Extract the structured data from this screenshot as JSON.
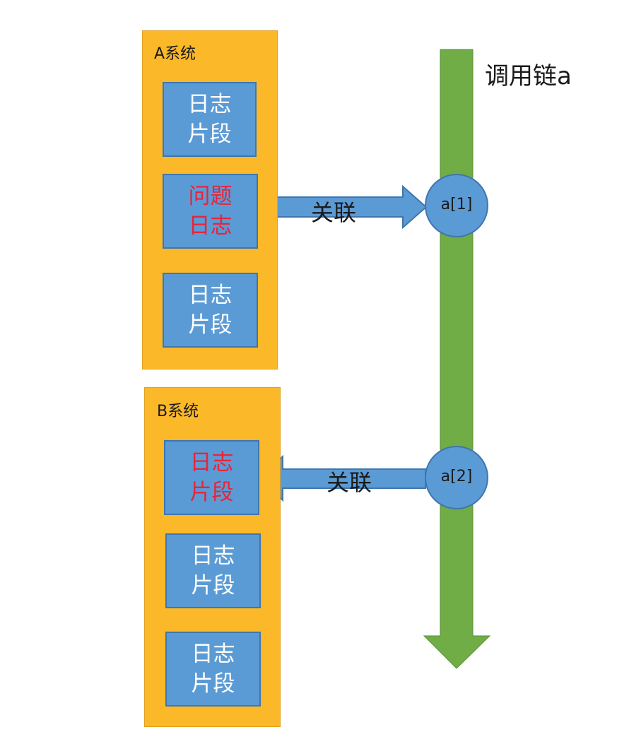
{
  "systems": [
    {
      "title": "A系统",
      "blocks": [
        {
          "lines": [
            "日志",
            "片段"
          ],
          "highlighted": false
        },
        {
          "lines": [
            "问题",
            "日志"
          ],
          "highlighted": true
        },
        {
          "lines": [
            "日志",
            "片段"
          ],
          "highlighted": false
        }
      ]
    },
    {
      "title": "B系统",
      "blocks": [
        {
          "lines": [
            "日志",
            "片段"
          ],
          "highlighted": true
        },
        {
          "lines": [
            "日志",
            "片段"
          ],
          "highlighted": false
        },
        {
          "lines": [
            "日志",
            "片段"
          ],
          "highlighted": false
        }
      ]
    }
  ],
  "chain": {
    "label": "调用链a",
    "nodes": [
      {
        "label": "a[1]"
      },
      {
        "label": "a[2]"
      }
    ],
    "color": "#70ad47"
  },
  "links": [
    {
      "label": "关联",
      "direction": "to-chain"
    },
    {
      "label": "关联",
      "direction": "to-system"
    }
  ],
  "colors": {
    "system_fill": "#fbb829",
    "log_fill": "#5b9bd5",
    "highlight_text": "#e8243a"
  }
}
